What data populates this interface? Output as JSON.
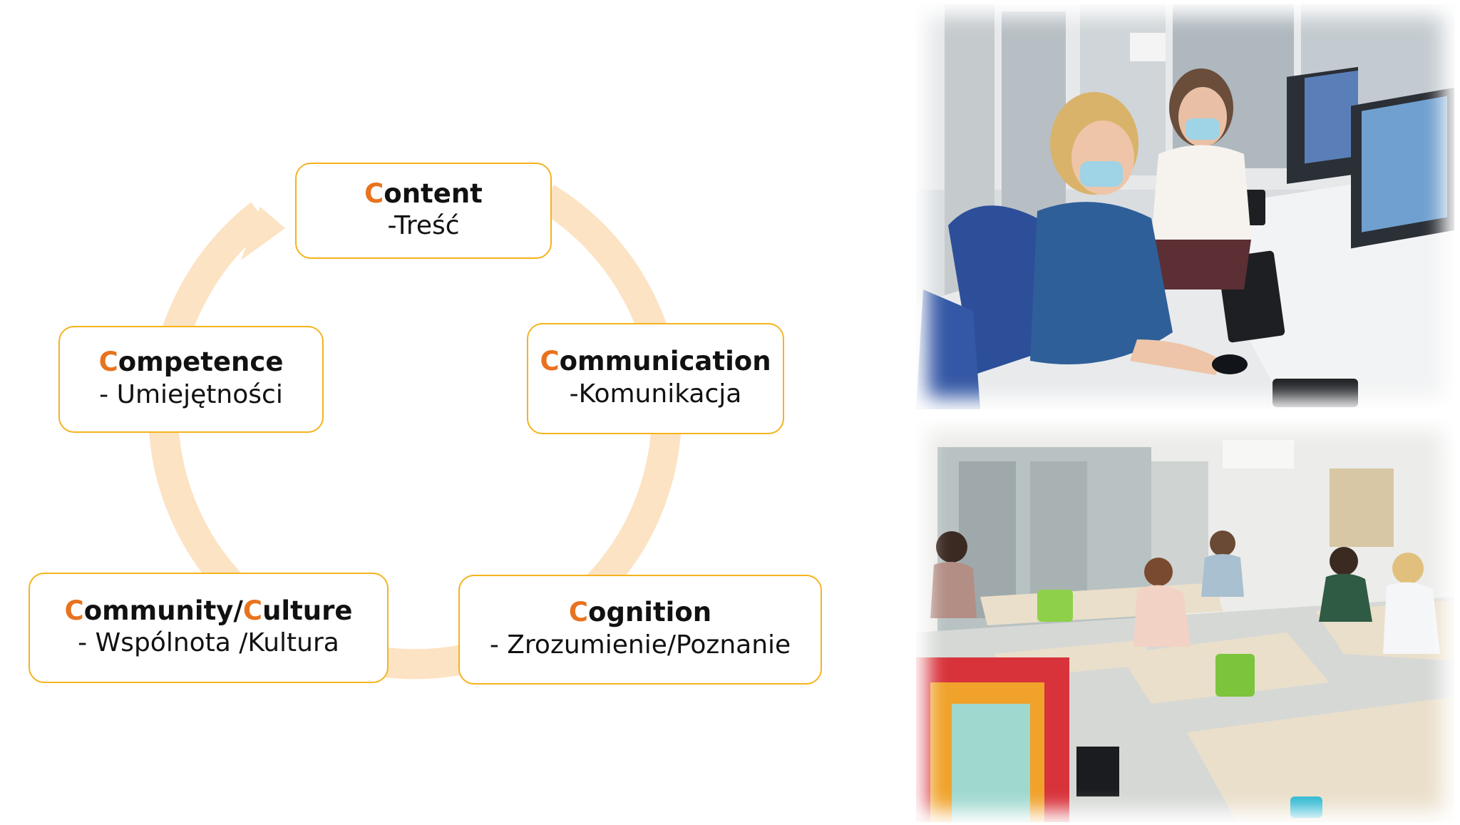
{
  "nodes": {
    "content": {
      "first_letter": "C",
      "rest": "ontent",
      "subtitle": "-Treść"
    },
    "communication": {
      "first_letter": "C",
      "rest": "ommunication",
      "subtitle": "-Komunikacja"
    },
    "cognition": {
      "first_letter": "C",
      "rest": "ognition",
      "subtitle": "- Zrozumienie/Poznanie"
    },
    "community_culture": {
      "first_letter": "C",
      "middle": "ommunity/",
      "second_letter": "C",
      "rest": "ulture",
      "subtitle": "- Wspólnota /Kultura"
    },
    "competence": {
      "first_letter": "C",
      "rest": "ompetence",
      "subtitle": "- Umiejętności"
    }
  },
  "colors": {
    "accent_letter": "#E8731E",
    "box_border": "#F5B31E",
    "cycle_arrow": "#FCE3C3"
  },
  "photos": {
    "top": {
      "icon": "photo-teachers-at-computers"
    },
    "bottom": {
      "icon": "photo-classroom-participants"
    }
  }
}
